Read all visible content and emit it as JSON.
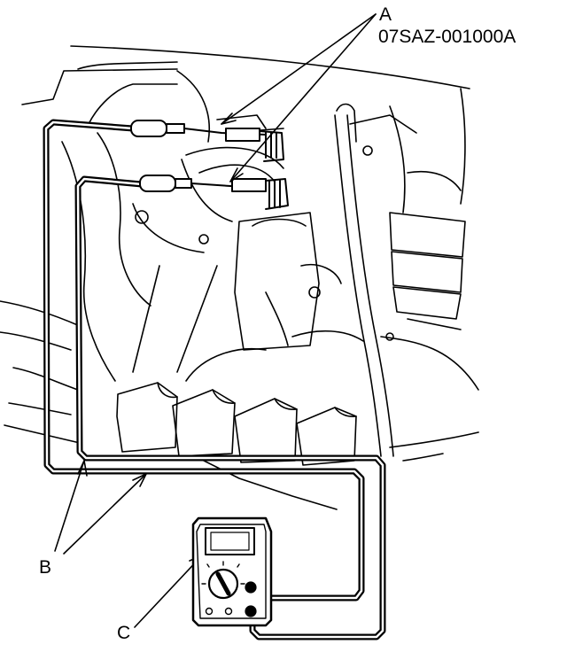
{
  "callouts": {
    "a_letter": "A",
    "a_part_number": "07SAZ-001000A",
    "b_letter": "B",
    "c_letter": "C"
  },
  "colors": {
    "ink": "#000000",
    "paper": "#ffffff"
  }
}
